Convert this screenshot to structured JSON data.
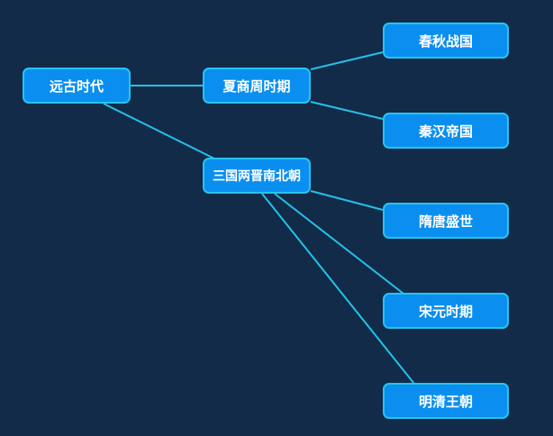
{
  "diagram": {
    "colors": {
      "background": "#122b49",
      "node_fill": "#0a8ff0",
      "node_border": "#26c4ee",
      "link": "#23c1e8",
      "text": "#ffffff"
    },
    "nodes": {
      "root": "远古时代",
      "xia": "夏商周时期",
      "three_kingdoms": "三国两晋南北朝",
      "spring_autumn": "春秋战国",
      "qin_han": "秦汉帝国",
      "sui_tang": "隋唐盛世",
      "song_yuan": "宋元时期",
      "ming_qing": "明清王朝"
    },
    "links": [
      [
        "root",
        "xia"
      ],
      [
        "root",
        "three_kingdoms"
      ],
      [
        "xia",
        "spring_autumn"
      ],
      [
        "xia",
        "qin_han"
      ],
      [
        "three_kingdoms",
        "sui_tang"
      ],
      [
        "three_kingdoms",
        "song_yuan"
      ],
      [
        "three_kingdoms",
        "ming_qing"
      ]
    ]
  }
}
